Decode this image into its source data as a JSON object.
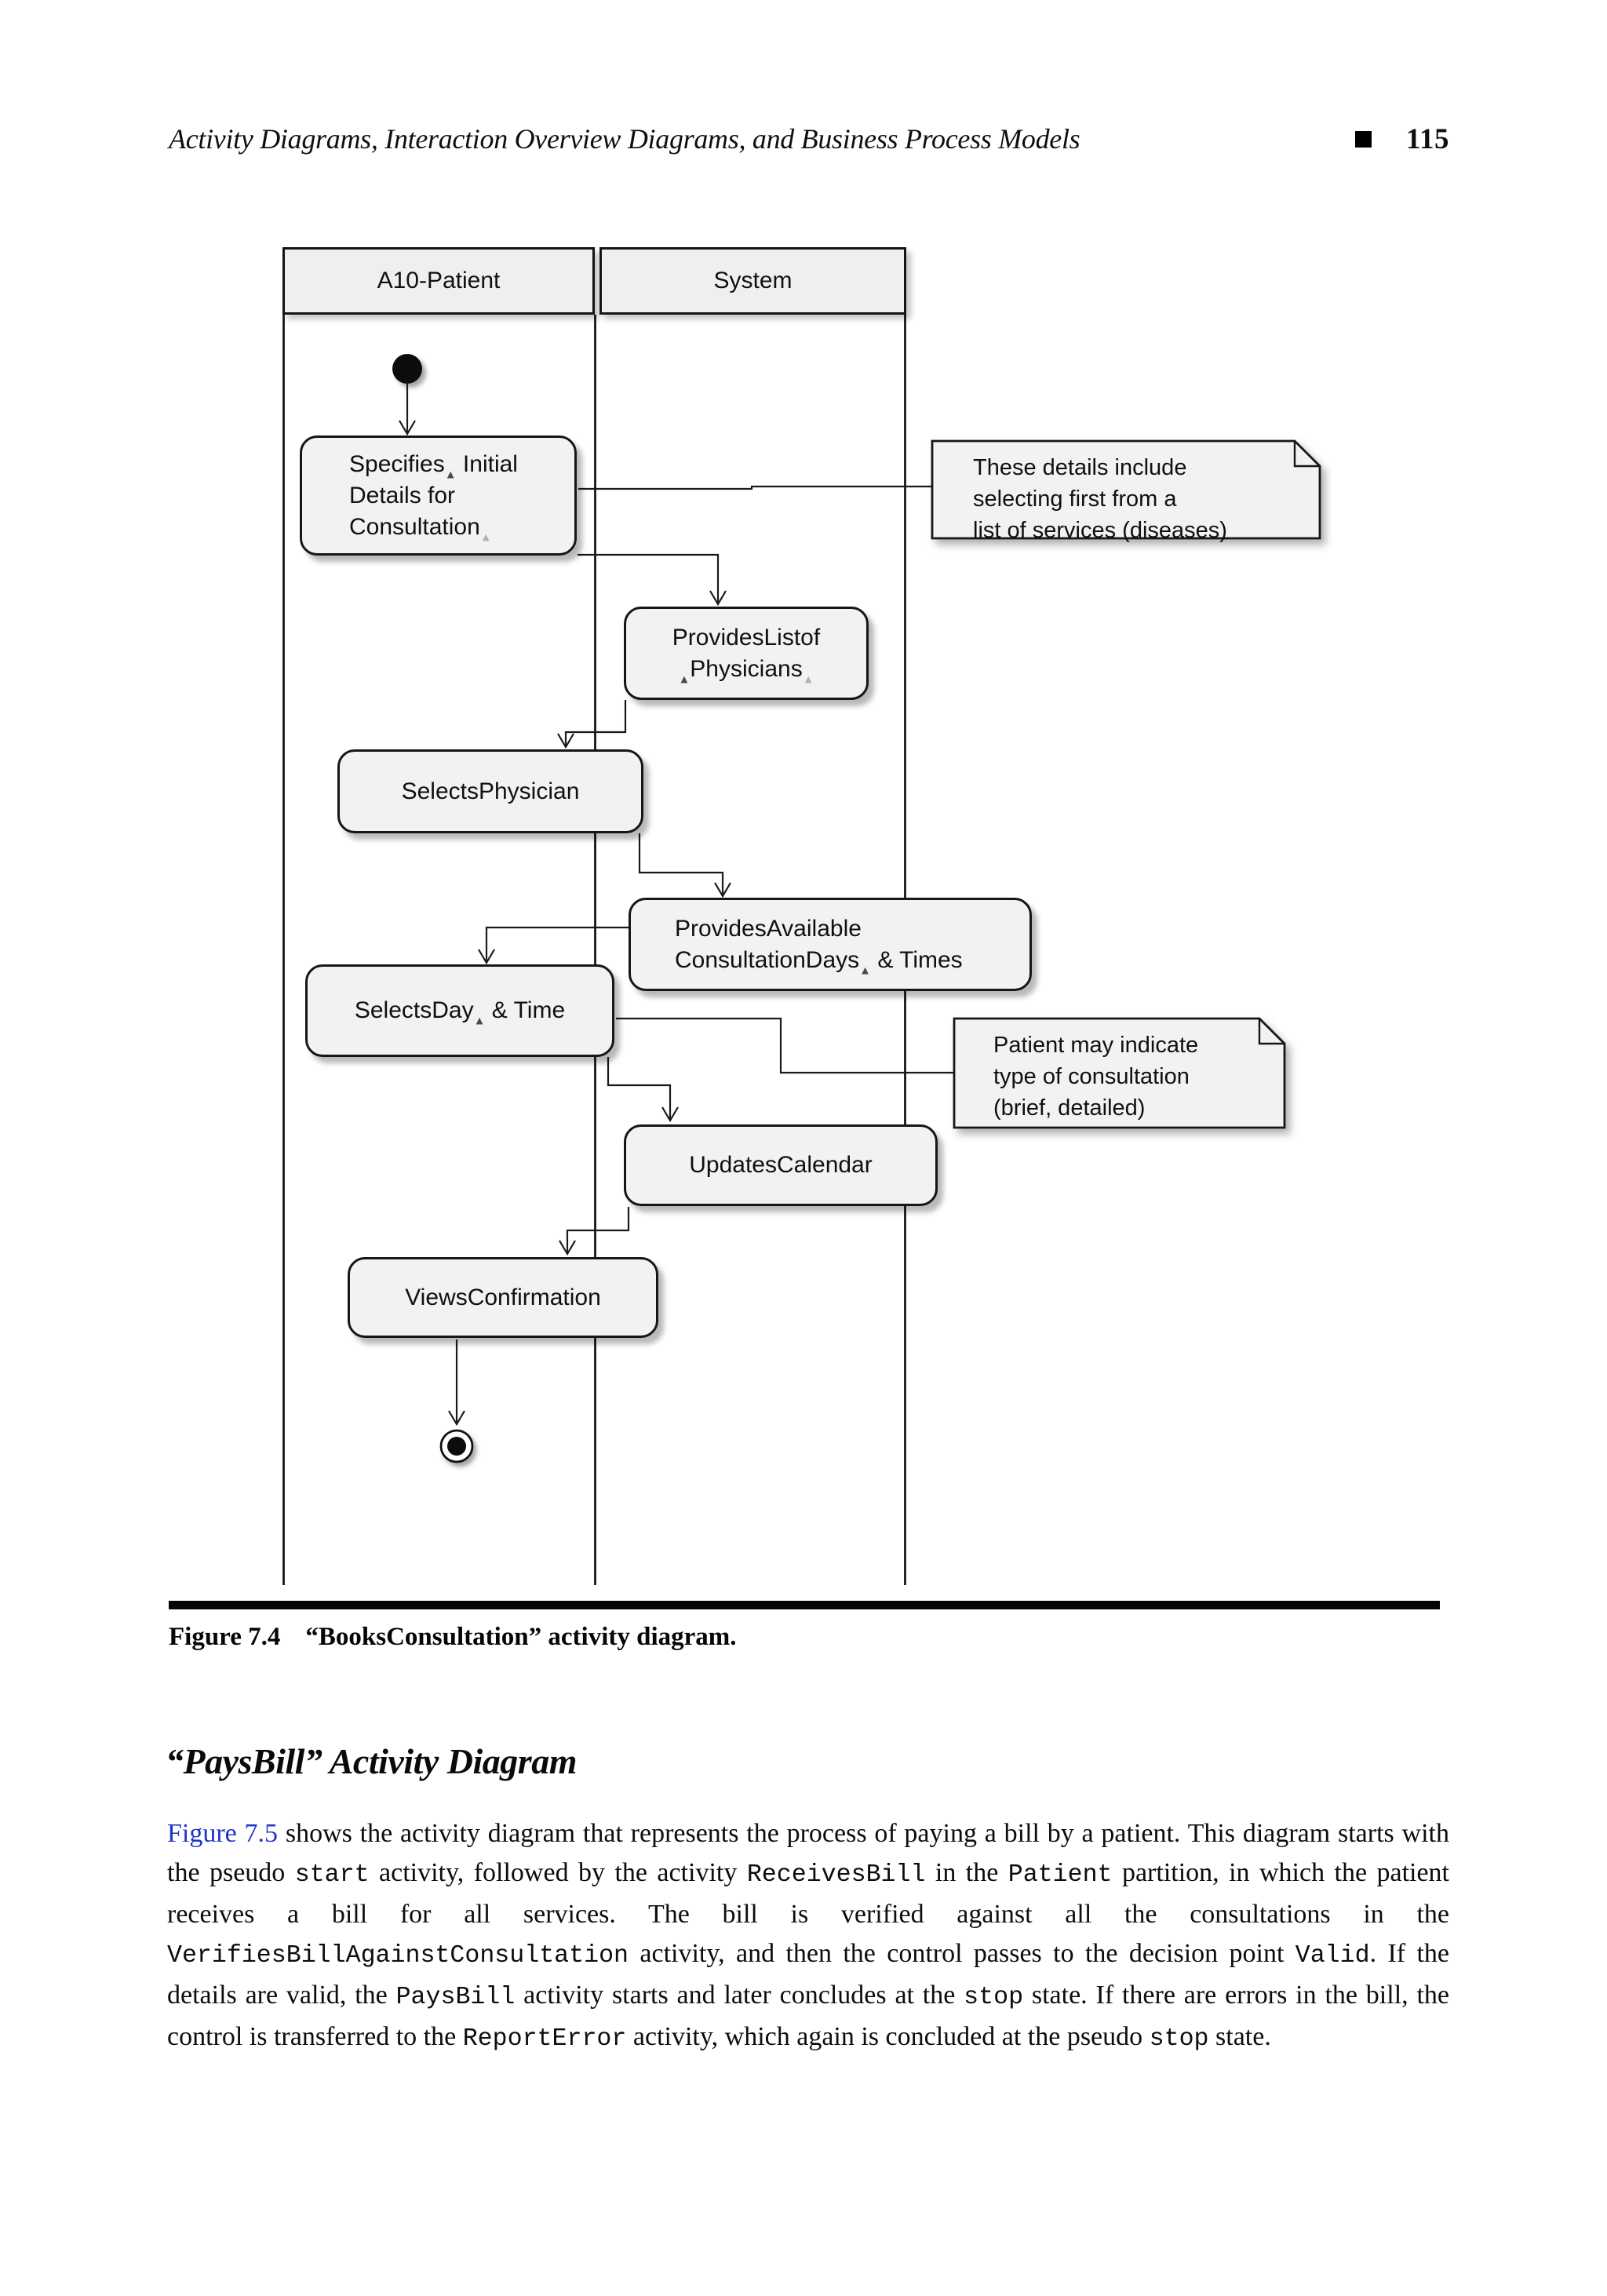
{
  "running_head": {
    "title": "Activity Diagrams, Interaction Overview Diagrams, and Business Process Models",
    "page_number": "115"
  },
  "diagram": {
    "lanes": [
      {
        "label": "A10-Patient"
      },
      {
        "label": "System"
      }
    ],
    "activities": [
      {
        "lines": [
          "Specifies▴ Initial",
          "Details for",
          "Consultation▵"
        ]
      },
      {
        "lines": [
          "ProvidesListof",
          "▴Physicians▵"
        ]
      },
      {
        "lines": [
          "SelectsPhysician"
        ]
      },
      {
        "lines": [
          "ProvidesAvailable",
          "ConsultationDays▴ & Times"
        ]
      },
      {
        "lines": [
          "SelectsDay▴ & Time"
        ]
      },
      {
        "lines": [
          "UpdatesCalendar"
        ]
      },
      {
        "lines": [
          "ViewsConfirmation"
        ]
      }
    ],
    "notes": [
      {
        "lines": [
          "These details include",
          "selecting first from a",
          "list of services (diseases)"
        ]
      },
      {
        "lines": [
          "Patient may indicate",
          "type of consultation",
          "(brief, detailed)"
        ]
      }
    ]
  },
  "figure": {
    "caption_label": "Figure 7.4",
    "caption_text": "“BooksConsultation” activity diagram."
  },
  "section": {
    "heading": "“PaysBill” Activity Diagram"
  },
  "paragraph": {
    "segments": [
      {
        "t": "Figure 7.5",
        "c": "ref-link",
        "name": "figure-7-5-link",
        "i": true
      },
      {
        "t": " shows the activity diagram that represents the process of paying a bill by a patient. This diagram starts with the pseudo "
      },
      {
        "t": "start",
        "c": "mono"
      },
      {
        "t": " activity, followed by the activity "
      },
      {
        "t": "ReceivesBill",
        "c": "mono"
      },
      {
        "t": " in the "
      },
      {
        "t": "Patient",
        "c": "mono"
      },
      {
        "t": " partition, in which the patient receives a bill for all services. The bill is verified against all the consultations in the "
      },
      {
        "t": "VerifiesBillAgainstConsultation",
        "c": "mono"
      },
      {
        "t": " activity, and then the control passes to the decision point "
      },
      {
        "t": "Valid",
        "c": "mono"
      },
      {
        "t": ". If the details are valid, the "
      },
      {
        "t": "PaysBill",
        "c": "mono"
      },
      {
        "t": " activity starts and later concludes at the "
      },
      {
        "t": "stop",
        "c": "mono"
      },
      {
        "t": " state. If there are errors in the bill, the control is transferred to the "
      },
      {
        "t": "ReportError",
        "c": "mono"
      },
      {
        "t": " activity, which again is concluded at the pseudo "
      },
      {
        "t": "stop",
        "c": "mono"
      },
      {
        "t": " state."
      }
    ]
  },
  "colors": {
    "link": "#2233cc",
    "ink": "#111111",
    "box_fill": "#f2f2f2",
    "lane_header_fill": "#efefef"
  }
}
